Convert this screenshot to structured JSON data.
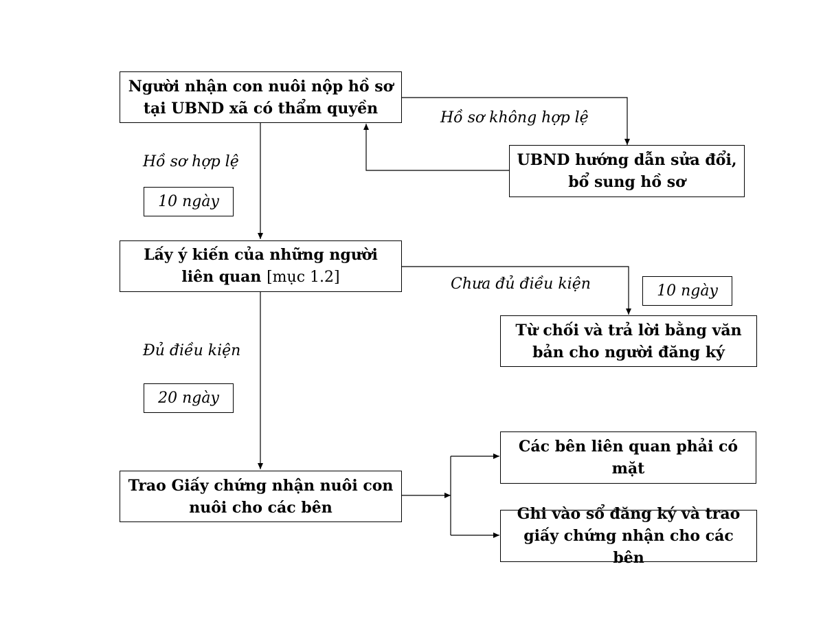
{
  "nodes": {
    "submit": {
      "line1": "Người nhận con nuôi nộp hồ sơ",
      "line2": "tại UBND xã có thẩm quyền"
    },
    "guide": {
      "line1": "UBND hướng dẫn sửa đổi,",
      "line2": "bổ sung hồ sơ"
    },
    "consult": {
      "line1": "Lấy ý kiến của những người",
      "line2_bold": "liên quan",
      "line2_ref": "[mục 1.2]"
    },
    "reject": {
      "line1": "Từ chối và trả lời bằng văn",
      "line2": "bản cho người đăng ký"
    },
    "issue": {
      "line1": "Trao Giấy chứng nhận nuôi con",
      "line2": "nuôi cho các bên"
    },
    "present": {
      "line1": "Các bên liên quan phải có",
      "line2": "mặt"
    },
    "record": {
      "line1": "Ghi vào sổ đăng ký và trao",
      "line2": "giấy chứng nhận cho các bên"
    }
  },
  "edge_labels": {
    "invalid": "Hồ sơ không hợp lệ",
    "valid": "Hồ sơ hợp lệ",
    "not_eligible": "Chưa đủ điều kiện",
    "eligible": "Đủ điều kiện"
  },
  "durations": {
    "valid": "10 ngày",
    "not_eligible": "10 ngày",
    "eligible": "20 ngày"
  }
}
